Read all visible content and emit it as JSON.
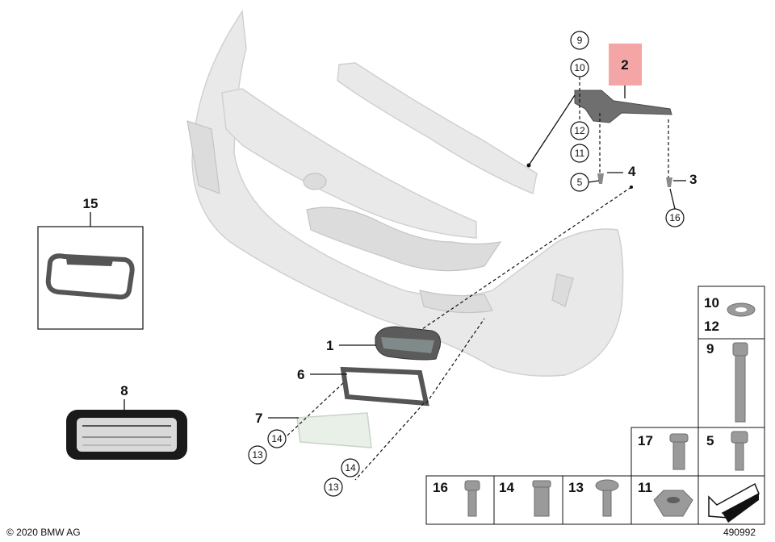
{
  "copyright": "© 2020 BMW AG",
  "diagram_id": "490992",
  "callouts_bold": {
    "p1": "1",
    "p2": "2",
    "p3": "3",
    "p4": "4",
    "p6": "6",
    "p7": "7",
    "p8": "8",
    "p15": "15"
  },
  "callouts_circle": {
    "c9": "9",
    "c10": "10",
    "c12": "12",
    "c11": "11",
    "c5": "5",
    "c16": "16",
    "c14a": "14",
    "c13a": "13",
    "c14b": "14",
    "c13b": "13"
  },
  "legend": {
    "r1": "10",
    "r1b": "12",
    "r2": "9",
    "r3a": "17",
    "r3b": "5",
    "b1": "16",
    "b2": "14",
    "b3": "13",
    "b4": "11"
  },
  "colors": {
    "highlight": "#f4a6a6",
    "ghost": "#e9e9e9",
    "line": "#111111"
  }
}
